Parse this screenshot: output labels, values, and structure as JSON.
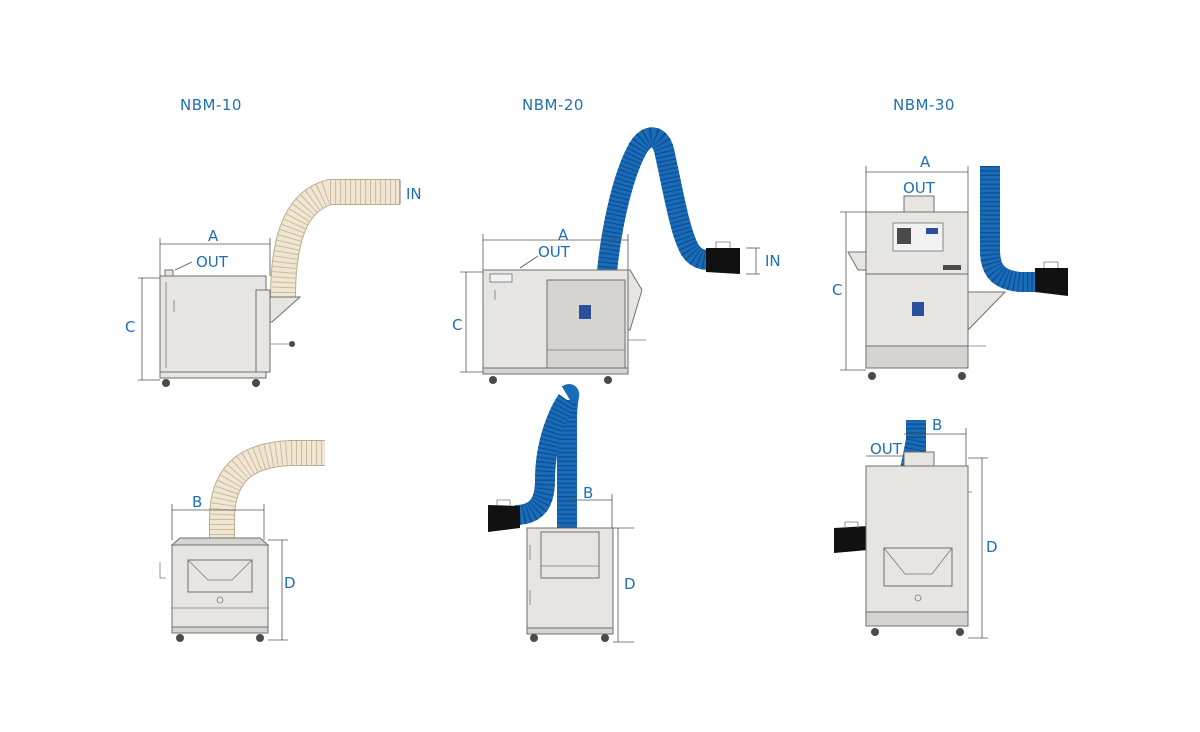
{
  "models": [
    {
      "title": "NBM-10",
      "labels": {
        "a": "A",
        "b": "B",
        "c": "C",
        "d": "D",
        "out_front": "OUT",
        "in": "IN"
      },
      "hose_color": "#f0e6d1"
    },
    {
      "title": "NBM-20",
      "labels": {
        "a": "A",
        "b": "B",
        "c": "C",
        "d": "D",
        "out_front": "OUT",
        "in": "IN"
      },
      "hose_color": "#1a6bb8"
    },
    {
      "title": "NBM-30",
      "labels": {
        "a": "A",
        "b": "B",
        "c": "C",
        "d": "D",
        "out_front": "OUT",
        "out_back": "OUT"
      },
      "hose_color": "#1a6bb8"
    }
  ],
  "colors": {
    "label": "#1f6fb3",
    "cabinet": "#e6e5e2",
    "hood": "#111111"
  }
}
